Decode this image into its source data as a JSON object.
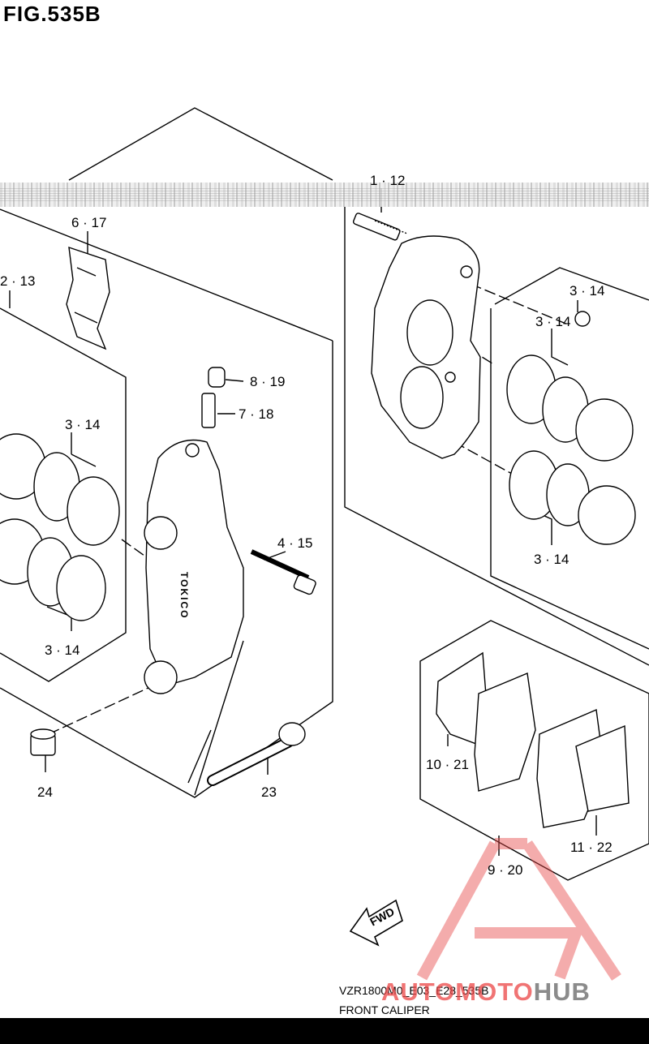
{
  "figure": {
    "title": "FIG.535B",
    "model_code": "VZR1800M0_E03_E28_535B",
    "caption": "FRONT CALIPER",
    "fwd_label": "FWD",
    "brand_mark": "TOKICO"
  },
  "callouts": [
    {
      "id": "c-1-12",
      "text": "1 · 12"
    },
    {
      "id": "c-6-17",
      "text": "6 · 17"
    },
    {
      "id": "c-2-13",
      "text": "2 · 13"
    },
    {
      "id": "c-3-14-a",
      "text": "3 · 14"
    },
    {
      "id": "c-3-14-b",
      "text": "3 · 14"
    },
    {
      "id": "c-3-14-c",
      "text": "3 · 14"
    },
    {
      "id": "c-3-14-d",
      "text": "3 · 14"
    },
    {
      "id": "c-3-14-e",
      "text": "3 · 14"
    },
    {
      "id": "c-8-19",
      "text": "8 · 19"
    },
    {
      "id": "c-7-18",
      "text": "7 · 18"
    },
    {
      "id": "c-4-15",
      "text": "4 · 15"
    },
    {
      "id": "c-10-21",
      "text": "10 · 21"
    },
    {
      "id": "c-11-22",
      "text": "11 · 22"
    },
    {
      "id": "c-9-20",
      "text": "9 · 20"
    },
    {
      "id": "c-23",
      "text": "23"
    },
    {
      "id": "c-24",
      "text": "24"
    }
  ],
  "watermark": {
    "part1": "AUTOMOTO",
    "part2": "HUB",
    "accent_color": "#e84a4a",
    "secondary_color": "#6e6e6e"
  }
}
